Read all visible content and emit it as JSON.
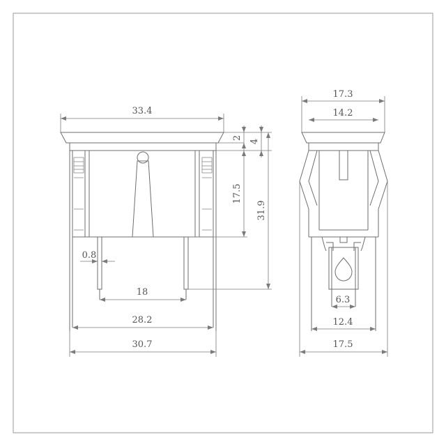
{
  "front_view": {
    "top_width": "33.4",
    "top_flange": "2",
    "top_overall": "4",
    "body_height": "17.5",
    "overall_height": "31.9",
    "terminal_thickness": "0.8",
    "terminal_spacing": "18",
    "body_width": "28.2",
    "outer_width": "30.7"
  },
  "side_view": {
    "top_width": "17.3",
    "inner_width": "14.2",
    "terminal_width": "6.3",
    "body_width": "12.4",
    "outer_width": "17.5"
  }
}
